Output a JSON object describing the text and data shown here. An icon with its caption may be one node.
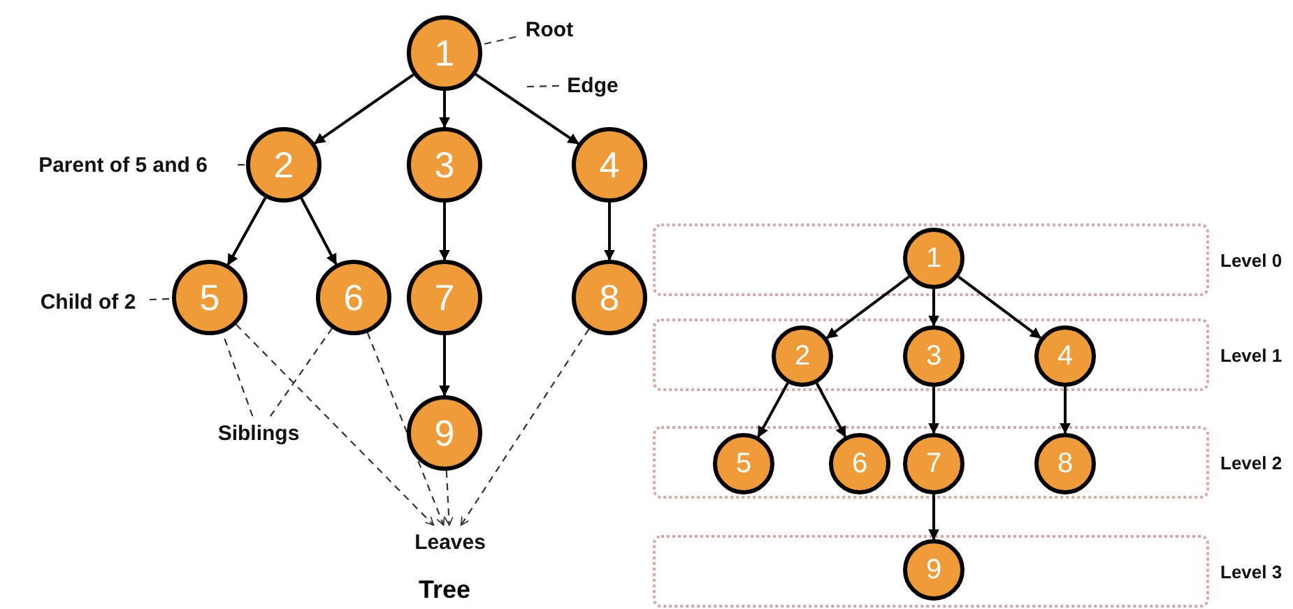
{
  "diagram": {
    "nodes": [
      {
        "text": [
          "1"
        ]
      },
      {
        "text": [
          "2"
        ]
      },
      {
        "text": [
          "3"
        ]
      },
      {
        "text": [
          "4"
        ]
      },
      {
        "text": [
          "5"
        ]
      },
      {
        "text": [
          "6"
        ]
      },
      {
        "text": [
          "7"
        ]
      },
      {
        "text": [
          "8"
        ]
      },
      {
        "text": [
          "9"
        ]
      },
      {
        "text": [
          "Root"
        ]
      },
      {
        "text": [
          "Edge"
        ]
      },
      {
        "text": [
          "Parent of 5 and 6"
        ]
      },
      {
        "text": [
          "Child of 2"
        ]
      },
      {
        "text": [
          "Siblings"
        ]
      },
      {
        "text": [
          "Leaves"
        ]
      },
      {
        "text": [
          "Level 0"
        ]
      },
      {
        "text": [
          "Level 1"
        ]
      },
      {
        "text": [
          "Level 2"
        ]
      },
      {
        "text": [
          "Level 3"
        ]
      },
      {
        "text": [
          "1"
        ],
        "in": 15
      },
      {
        "text": [
          "2"
        ],
        "in": 16
      },
      {
        "text": [
          "3"
        ],
        "in": 16
      },
      {
        "text": [
          "4"
        ],
        "in": 16
      },
      {
        "text": [
          "5"
        ],
        "in": 17
      },
      {
        "text": [
          "6"
        ],
        "in": 17
      },
      {
        "text": [
          "7"
        ],
        "in": 17
      },
      {
        "text": [
          "8"
        ],
        "in": 17
      },
      {
        "text": [
          "9"
        ],
        "in": 18
      }
    ],
    "edges": [
      {
        "from": 0,
        "to": 1,
        "arrow": "to"
      },
      {
        "from": 0,
        "to": 2,
        "arrow": "to"
      },
      {
        "from": 0,
        "to": 3,
        "arrow": "to"
      },
      {
        "from": 1,
        "to": 4,
        "arrow": "to"
      },
      {
        "from": 1,
        "to": 5,
        "arrow": "to"
      },
      {
        "from": 2,
        "to": 6,
        "arrow": "to"
      },
      {
        "from": 3,
        "to": 7,
        "arrow": "to"
      },
      {
        "from": 6,
        "to": 8,
        "arrow": "to"
      },
      {
        "from": 9,
        "to": 0,
        "arrow": "none",
        "style": "dashed"
      },
      {
        "from": 10,
        "to": null,
        "arrow": "none",
        "style": "dashed"
      },
      {
        "from": 11,
        "to": 1,
        "arrow": "none",
        "style": "dashed"
      },
      {
        "from": 12,
        "to": 4,
        "arrow": "none",
        "style": "dashed"
      },
      {
        "from": 13,
        "to": 4,
        "arrow": "none",
        "style": "dashed"
      },
      {
        "from": 13,
        "to": 5,
        "arrow": "none",
        "style": "dashed"
      },
      {
        "from": 4,
        "to": 14,
        "arrow": "to",
        "style": "dashed"
      },
      {
        "from": 5,
        "to": 14,
        "arrow": "to",
        "style": "dashed"
      },
      {
        "from": 8,
        "to": 14,
        "arrow": "to",
        "style": "dashed"
      },
      {
        "from": 7,
        "to": 14,
        "arrow": "to",
        "style": "dashed"
      },
      {
        "from": 19,
        "to": 20,
        "arrow": "to"
      },
      {
        "from": 19,
        "to": 21,
        "arrow": "to"
      },
      {
        "from": 19,
        "to": 22,
        "arrow": "to"
      },
      {
        "from": 20,
        "to": 23,
        "arrow": "to"
      },
      {
        "from": 20,
        "to": 24,
        "arrow": "to"
      },
      {
        "from": 21,
        "to": 25,
        "arrow": "to"
      },
      {
        "from": 22,
        "to": 26,
        "arrow": "to"
      },
      {
        "from": 25,
        "to": 27,
        "arrow": "to"
      }
    ],
    "labels": [
      "Tree"
    ]
  }
}
